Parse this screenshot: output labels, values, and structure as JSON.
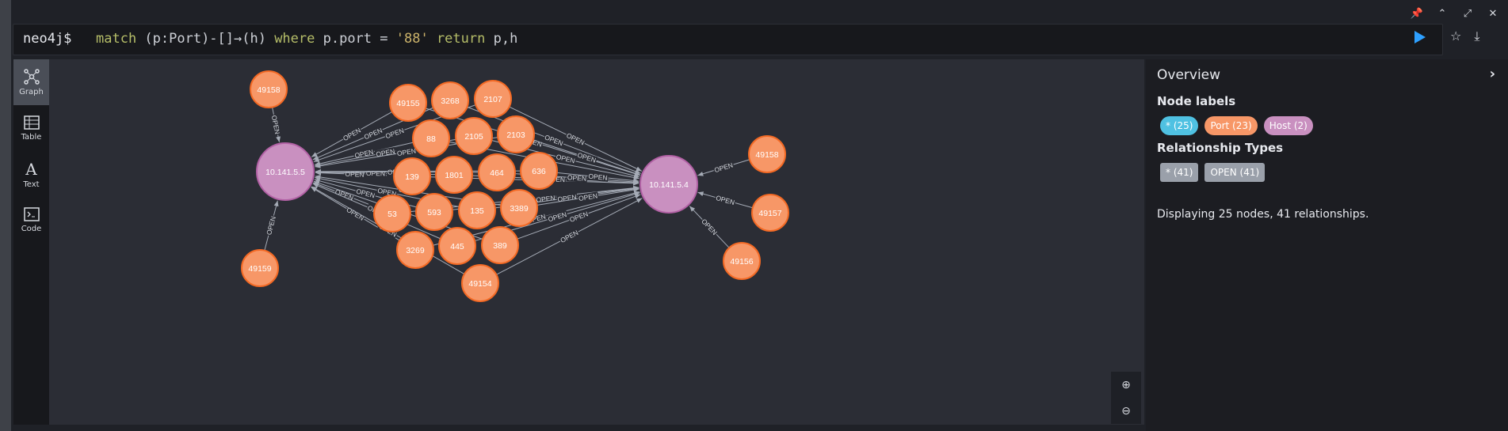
{
  "window_controls": [
    "pin-icon",
    "collapse-up-icon",
    "expand-icon",
    "close-icon"
  ],
  "editor": {
    "prompt": "neo4j$",
    "query_parts": [
      {
        "t": "match",
        "c": "kw"
      },
      {
        "t": " (p:Port)-[]→(h) ",
        "c": "pl"
      },
      {
        "t": "where",
        "c": "kw"
      },
      {
        "t": " p.port = ",
        "c": "pl"
      },
      {
        "t": "'88'",
        "c": "str"
      },
      {
        "t": " ",
        "c": "pl"
      },
      {
        "t": "return",
        "c": "kw"
      },
      {
        "t": " p,h",
        "c": "pl"
      }
    ]
  },
  "sidebar": {
    "items": [
      {
        "label": "Graph",
        "icon": "graph-icon",
        "active": true
      },
      {
        "label": "Table",
        "icon": "table-icon",
        "active": false
      },
      {
        "label": "Text",
        "icon": "text-icon",
        "active": false
      },
      {
        "label": "Code",
        "icon": "code-icon",
        "active": false
      }
    ]
  },
  "graph": {
    "colors": {
      "port": "#f79767",
      "host": "#c990c0",
      "edge": "#a5abb6",
      "label": "#ffffff"
    },
    "hosts": [
      "10.141.5.5",
      "10.141.5.4"
    ],
    "ports": [
      "49158",
      "49159",
      "49155",
      "3268",
      "2107",
      "88",
      "2105",
      "2103",
      "139",
      "1801",
      "464",
      "636",
      "53",
      "593",
      "135",
      "3389",
      "3269",
      "445",
      "389",
      "49154",
      "49158",
      "49157",
      "49156"
    ],
    "edge_label": "OPEN"
  },
  "overview": {
    "title": "Overview",
    "node_labels_title": "Node labels",
    "node_labels": [
      {
        "label": "* (25)",
        "color": "#4fc1e2"
      },
      {
        "label": "Port (23)",
        "color": "#f79767"
      },
      {
        "label": "Host (2)",
        "color": "#c990c0"
      }
    ],
    "rel_types_title": "Relationship Types",
    "rel_types": [
      {
        "label": "* (41)",
        "color": "#9aa0aa"
      },
      {
        "label": "OPEN (41)",
        "color": "#9aa0aa"
      }
    ],
    "summary": "Displaying 25 nodes, 41 relationships."
  }
}
